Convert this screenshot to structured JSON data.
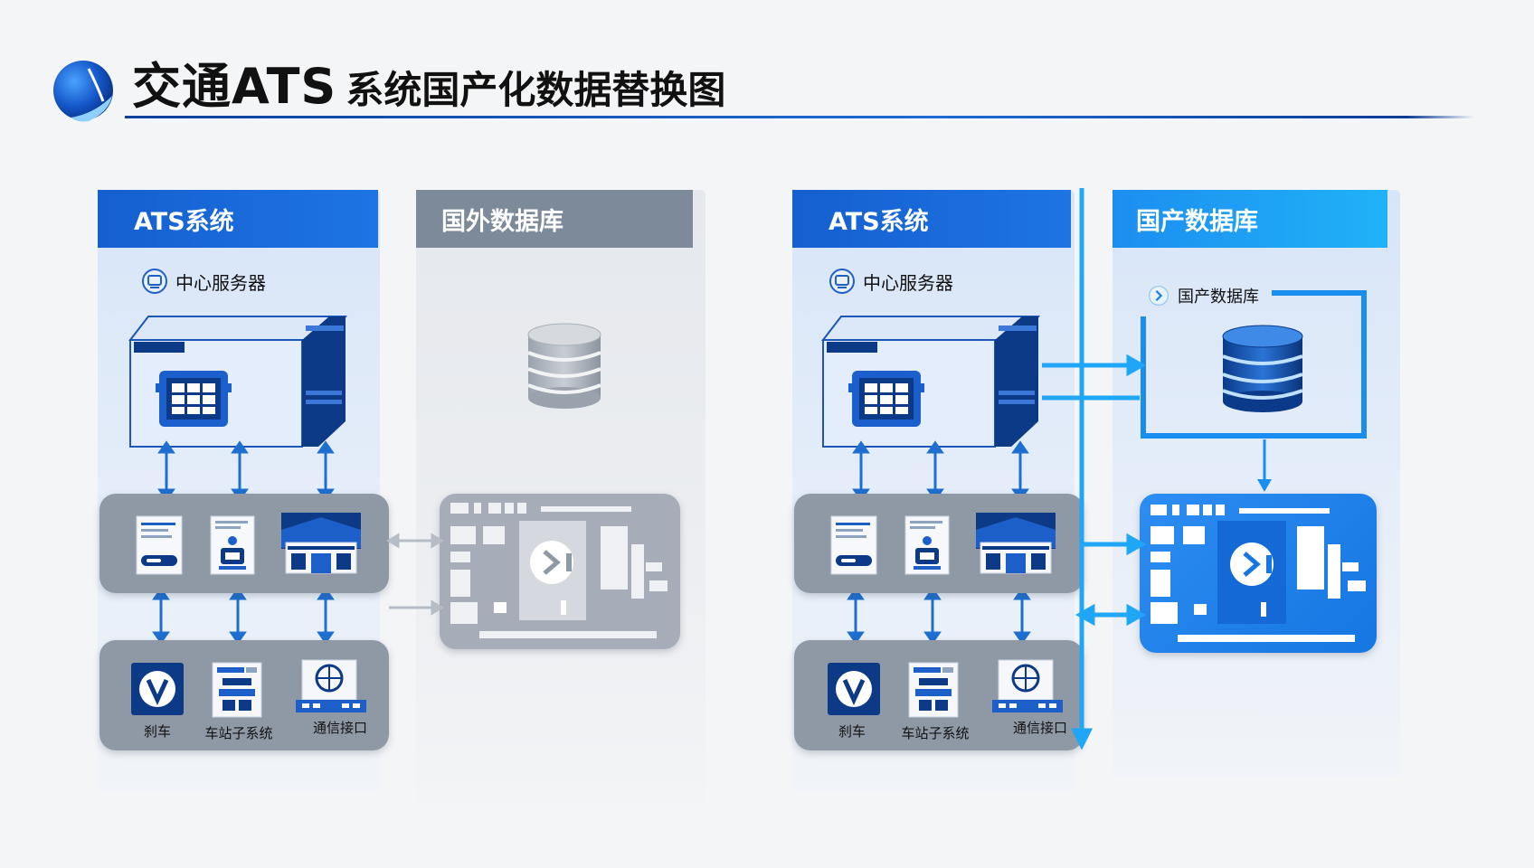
{
  "title": {
    "strong": "交通ATS",
    "rest": "系统国产化数据替换图"
  },
  "left_ats": {
    "header": "ATS系统",
    "server_label": "中心服务器",
    "bottom_labels": [
      "刹车",
      "车站子系统",
      "通信接口"
    ]
  },
  "foreign_db": {
    "header": "国外数据库"
  },
  "right_ats": {
    "header": "ATS系统",
    "server_label": "中心服务器",
    "bottom_labels": [
      "刹车",
      "车站子系统",
      "通信接口"
    ]
  },
  "domestic_db": {
    "header": "国产数据库",
    "db_label": "国产数据库"
  },
  "colors": {
    "primary_blue": "#155fd0",
    "navy": "#0d3a86",
    "cyan": "#1fa6f6",
    "panel_gray": "#8f99a6",
    "header_gray": "#7d8a99"
  },
  "icons": [
    "logo-icon",
    "server-icon",
    "grid-module-icon",
    "database-icon",
    "document-icon",
    "robot-icon",
    "station-building-icon",
    "v-badge-icon",
    "network-icon",
    "globe-icon",
    "play-chevron-icon"
  ]
}
